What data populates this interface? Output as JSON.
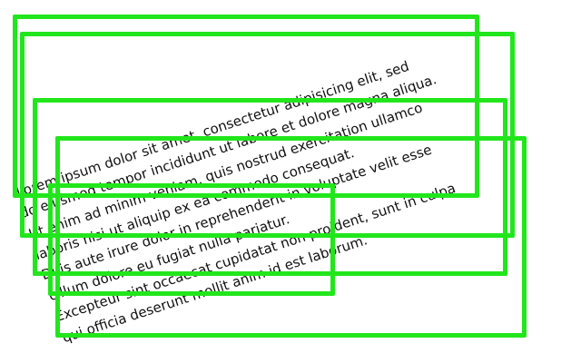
{
  "lines": [
    "Lorem ipsum dolor sit amet, consectetur adipisicing elit, sed",
    "do eiusmod tempor incididunt ut labore et dolore magna aliqua.",
    "Ut enim ad minim veniam, quis nostrud exercitation ullamco",
    "laboris nisi ut aliquip ex ea commodo consequat.",
    "Duis aute irure dolor in reprehenderit in voluptate velit esse",
    "cillum dolore eu fugiat nulla pariatur.",
    "Excepteur sint occaecat cupidatat non proident, sunt in culpa",
    "qui officia deserunt mollit anim id est laborum."
  ],
  "annotation_color": "#22e61c",
  "annotation_box_count": 5
}
